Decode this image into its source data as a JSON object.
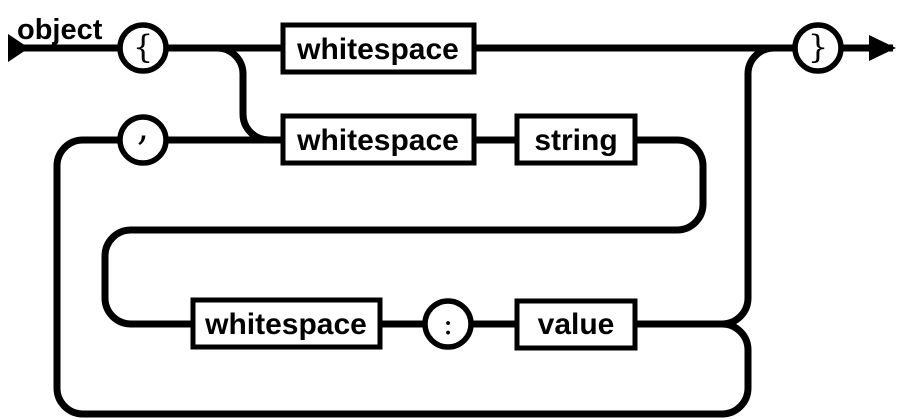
{
  "diagram": {
    "title": "object",
    "type": "railroad-syntax-diagram",
    "colors": {
      "line": "#000000",
      "node_fill": "#ffffff",
      "background": "#ffffff",
      "text": "#000000"
    },
    "nodes": {
      "open_brace": "{",
      "whitespace_top": "whitespace",
      "close_brace": "}",
      "comma": ",",
      "whitespace_member": "whitespace",
      "string": "string",
      "whitespace_value": "whitespace",
      "colon": ":",
      "value": "value"
    }
  }
}
